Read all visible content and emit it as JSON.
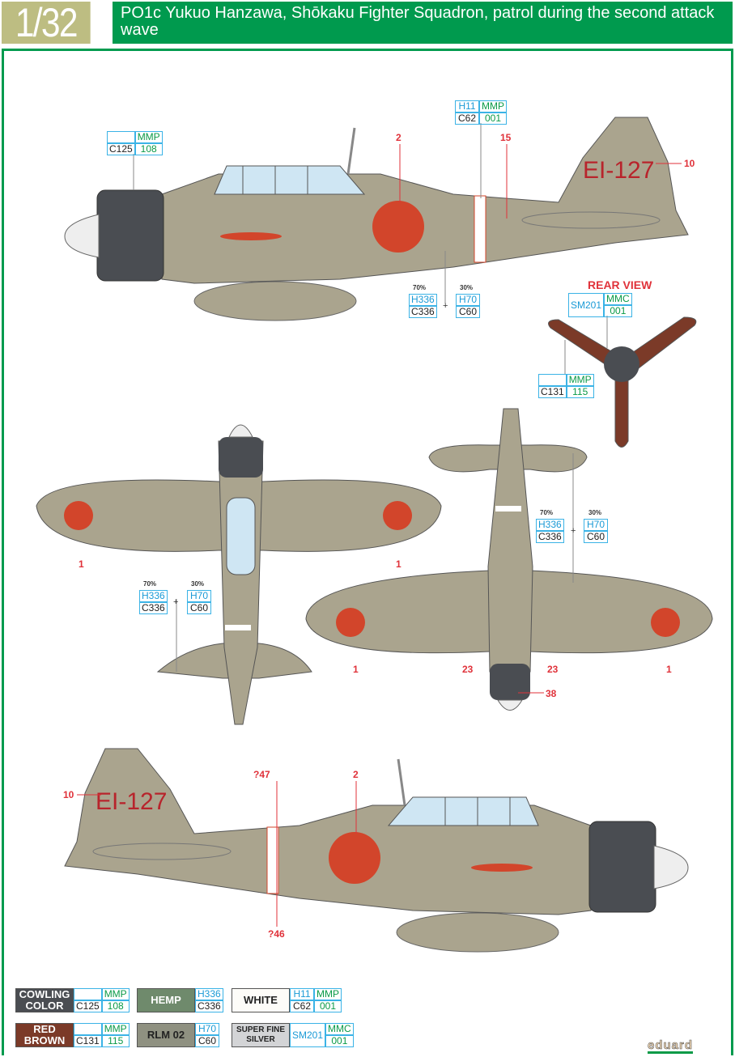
{
  "header": {
    "scale": "1/32",
    "title": "PO1c Yukuo Hanzawa, Shōkaku Fighter Squadron, patrol during the second attack wave"
  },
  "colors": {
    "hemp": "#aaa48e",
    "cowling": "#4a4d52",
    "hinomaru": "#d2452b",
    "red_brown": "#7b3a28",
    "white": "#ffffff",
    "accent": "#009a4e"
  },
  "codes": {
    "tail": "EI-127"
  },
  "callouts": {
    "cowl": {
      "tl": "",
      "tr": "MMP",
      "bl": "C125",
      "br": "108"
    },
    "white": {
      "tl": "H11",
      "tr": "MMP",
      "bl": "C62",
      "br": "001"
    },
    "mix": {
      "p1": "70%",
      "p2": "30%",
      "tl": "H336",
      "bl": "C336",
      "tr": "H70",
      "br": "C60",
      "plus": "+"
    },
    "rear_title": "REAR VIEW",
    "silver": {
      "tl": "SM201",
      "tr": "MMC",
      "br": "001"
    },
    "prop": {
      "tl": "",
      "tr": "MMP",
      "bl": "C131",
      "br": "115"
    }
  },
  "numbers": {
    "n2": "2",
    "n15": "15",
    "n10": "10",
    "n1": "1",
    "n23": "23",
    "n38": "38",
    "n47": "?47",
    "n46": "?46"
  },
  "legend": [
    {
      "name": "COWLING COLOR",
      "codes": [
        "",
        "MMP",
        "C125",
        "108"
      ]
    },
    {
      "name": "HEMP",
      "codes": [
        "H336",
        "C336"
      ]
    },
    {
      "name": "WHITE",
      "codes": [
        "H11",
        "MMP",
        "C62",
        "001"
      ]
    },
    {
      "name": "RED BROWN",
      "codes": [
        "",
        "MMP",
        "C131",
        "115"
      ]
    },
    {
      "name": "RLM 02",
      "codes": [
        "H70",
        "C60"
      ]
    },
    {
      "name": "SUPER FINE SILVER",
      "codes": [
        "SM201",
        "MMC",
        "001"
      ]
    }
  ],
  "brand": "eduard"
}
